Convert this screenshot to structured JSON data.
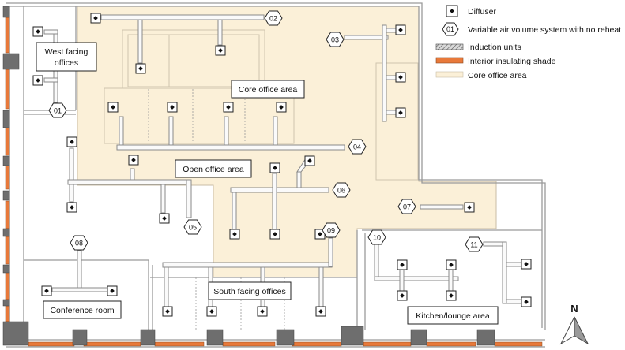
{
  "legend": {
    "diffuser": "Diffuser",
    "vav_symbol": "01",
    "vav": "Variable air volume system with no reheat",
    "induction": "Induction units",
    "shade": "Interior insulating shade",
    "core": "Core office area"
  },
  "rooms": {
    "west_facing": [
      "West facing",
      "offices"
    ],
    "core_office": "Core office area",
    "open_office": "Open office area",
    "south_facing": "South facing offices",
    "conference": "Conference room",
    "kitchen": "Kitchen/lounge area"
  },
  "vav_units": [
    "01",
    "02",
    "03",
    "04",
    "05",
    "06",
    "07",
    "08",
    "09",
    "10",
    "11"
  ],
  "north": "N",
  "colors": {
    "core_fill": "#fbf0d8",
    "shade": "#e8793a",
    "induction": "#707070",
    "wall": "#9a9a9a",
    "duct_fill": "#fafafa",
    "duct_stroke": "#8a8a8a"
  }
}
